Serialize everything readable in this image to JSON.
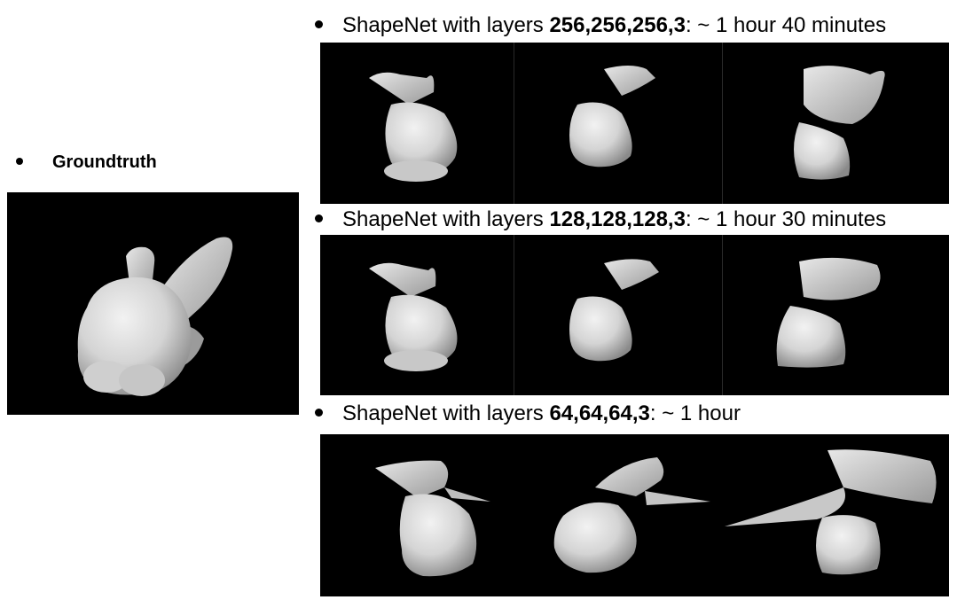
{
  "groundtruth": {
    "label": "Groundtruth"
  },
  "rows": [
    {
      "prefix": "ShapeNet with layers ",
      "layers": "256,256,256,3",
      "suffix": ": ~ 1 hour 40 minutes"
    },
    {
      "prefix": "ShapeNet with layers ",
      "layers": "128,128,128,3",
      "suffix": ": ~ 1 hour 30 minutes"
    },
    {
      "prefix": "ShapeNet with layers ",
      "layers": "64,64,64,3",
      "suffix": ": ~ 1 hour"
    }
  ],
  "colors": {
    "background": "#000000",
    "mesh": "#d9d9d9",
    "mesh_shadow": "#8c8c8c"
  }
}
